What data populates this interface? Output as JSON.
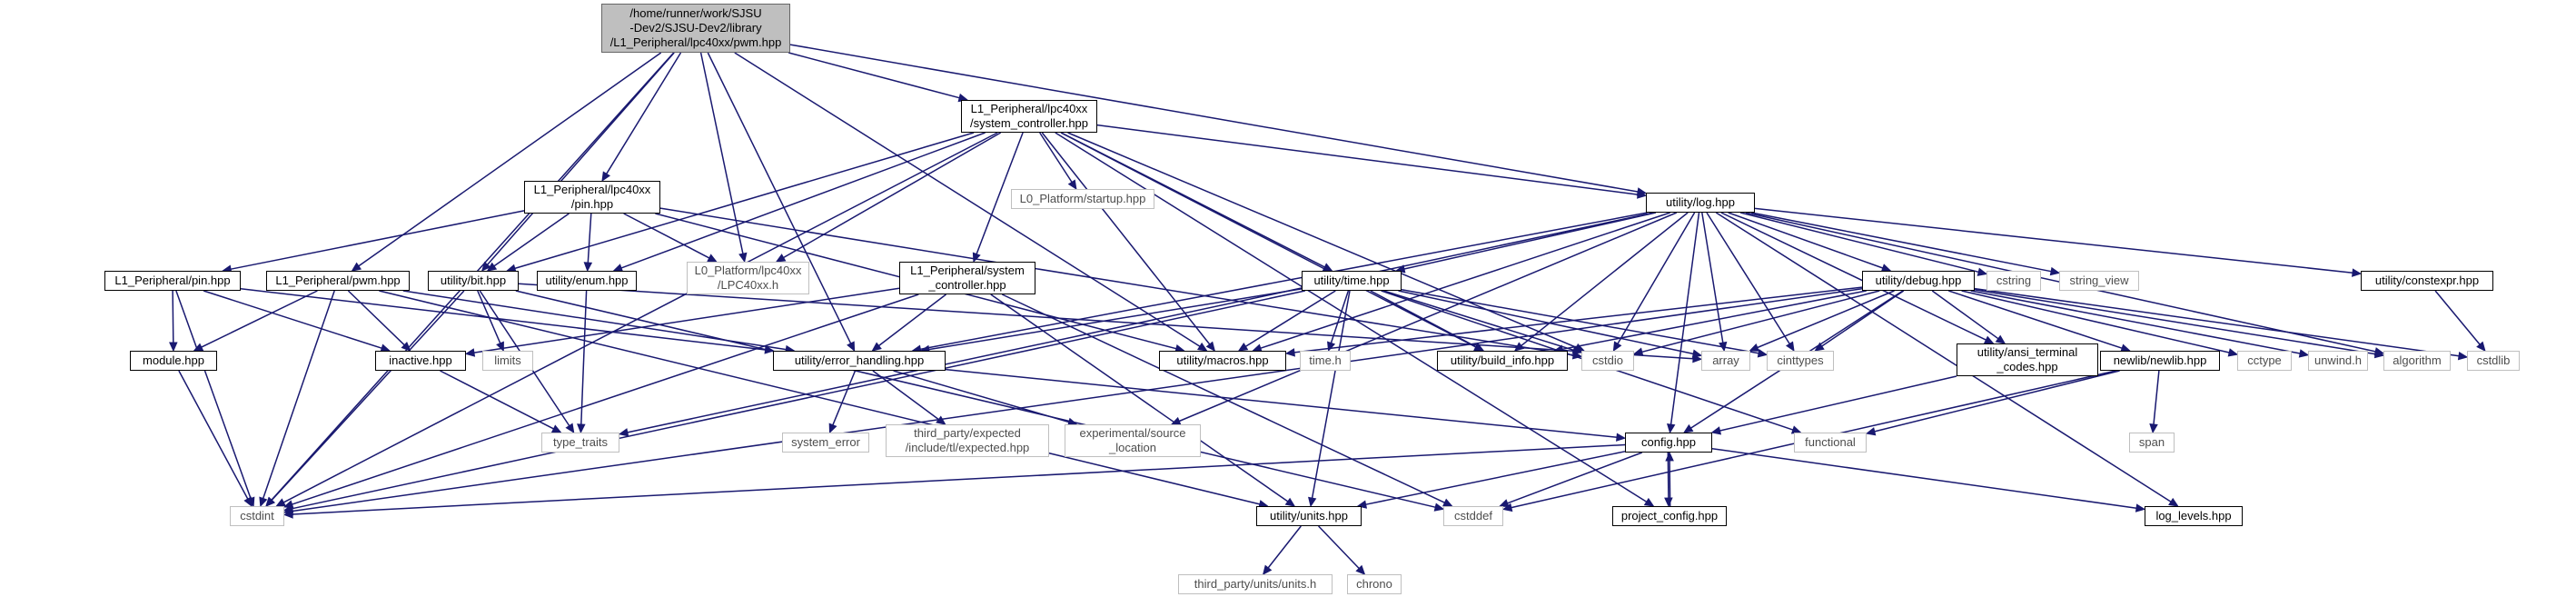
{
  "diagram": {
    "kind": "include dependency graph",
    "nodes": [
      {
        "id": "pwm_lpc",
        "label": "/home/runner/work/SJSU\n-Dev2/SJSU-Dev2/library\n/L1_Peripheral/lpc40xx/pwm.hpp",
        "style": "root"
      },
      {
        "id": "sysctl_lpc",
        "label": "L1_Peripheral/lpc40xx\n/system_controller.hpp",
        "style": "local"
      },
      {
        "id": "startup",
        "label": "L0_Platform/startup.hpp",
        "style": "external"
      },
      {
        "id": "pin_lpc",
        "label": "L1_Peripheral/lpc40xx\n/pin.hpp",
        "style": "local"
      },
      {
        "id": "lpc40xx_h",
        "label": "L0_Platform/lpc40xx\n/LPC40xx.h",
        "style": "external"
      },
      {
        "id": "log",
        "label": "utility/log.hpp",
        "style": "local"
      },
      {
        "id": "cstring",
        "label": "cstring",
        "style": "external"
      },
      {
        "id": "string_view",
        "label": "string_view",
        "style": "external"
      },
      {
        "id": "constexpr",
        "label": "utility/constexpr.hpp",
        "style": "local"
      },
      {
        "id": "pin_l1",
        "label": "L1_Peripheral/pin.hpp",
        "style": "local"
      },
      {
        "id": "pwm_l1",
        "label": "L1_Peripheral/pwm.hpp",
        "style": "local"
      },
      {
        "id": "bit",
        "label": "utility/bit.hpp",
        "style": "local"
      },
      {
        "id": "enum",
        "label": "utility/enum.hpp",
        "style": "local"
      },
      {
        "id": "sysctl_l1",
        "label": "L1_Peripheral/system\n_controller.hpp",
        "style": "local"
      },
      {
        "id": "time",
        "label": "utility/time.hpp",
        "style": "local"
      },
      {
        "id": "debug",
        "label": "utility/debug.hpp",
        "style": "local"
      },
      {
        "id": "module",
        "label": "module.hpp",
        "style": "local"
      },
      {
        "id": "inactive",
        "label": "inactive.hpp",
        "style": "local"
      },
      {
        "id": "limits",
        "label": "limits",
        "style": "external"
      },
      {
        "id": "error_handling",
        "label": "utility/error_handling.hpp",
        "style": "local"
      },
      {
        "id": "macros",
        "label": "utility/macros.hpp",
        "style": "local"
      },
      {
        "id": "time_h",
        "label": "time.h",
        "style": "external"
      },
      {
        "id": "build_info",
        "label": "utility/build_info.hpp",
        "style": "local"
      },
      {
        "id": "cstdio",
        "label": "cstdio",
        "style": "external"
      },
      {
        "id": "array",
        "label": "array",
        "style": "external"
      },
      {
        "id": "cinttypes",
        "label": "cinttypes",
        "style": "external"
      },
      {
        "id": "ansi",
        "label": "utility/ansi_terminal\n_codes.hpp",
        "style": "local"
      },
      {
        "id": "newlib",
        "label": "newlib/newlib.hpp",
        "style": "local"
      },
      {
        "id": "cctype",
        "label": "cctype",
        "style": "external"
      },
      {
        "id": "unwind",
        "label": "unwind.h",
        "style": "external"
      },
      {
        "id": "algorithm",
        "label": "algorithm",
        "style": "external"
      },
      {
        "id": "cstdlib",
        "label": "cstdlib",
        "style": "external"
      },
      {
        "id": "type_traits",
        "label": "type_traits",
        "style": "external"
      },
      {
        "id": "system_error",
        "label": "system_error",
        "style": "external"
      },
      {
        "id": "expected",
        "label": "third_party/expected\n/include/tl/expected.hpp",
        "style": "external"
      },
      {
        "id": "source_location",
        "label": "experimental/source\n_location",
        "style": "external"
      },
      {
        "id": "config",
        "label": "config.hpp",
        "style": "local"
      },
      {
        "id": "functional",
        "label": "functional",
        "style": "external"
      },
      {
        "id": "span",
        "label": "span",
        "style": "external"
      },
      {
        "id": "cstdint",
        "label": "cstdint",
        "style": "external"
      },
      {
        "id": "units",
        "label": "utility/units.hpp",
        "style": "local"
      },
      {
        "id": "cstddef",
        "label": "cstddef",
        "style": "external"
      },
      {
        "id": "project_config",
        "label": "project_config.hpp",
        "style": "local"
      },
      {
        "id": "log_levels",
        "label": "log_levels.hpp",
        "style": "local"
      },
      {
        "id": "units_h",
        "label": "third_party/units/units.h",
        "style": "external"
      },
      {
        "id": "chrono",
        "label": "chrono",
        "style": "external"
      }
    ],
    "edges": [
      [
        "pwm_lpc",
        "sysctl_lpc"
      ],
      [
        "pwm_lpc",
        "pin_lpc"
      ],
      [
        "pwm_lpc",
        "pwm_l1"
      ],
      [
        "pwm_lpc",
        "bit"
      ],
      [
        "pwm_lpc",
        "error_handling"
      ],
      [
        "pwm_lpc",
        "lpc40xx_h"
      ],
      [
        "pwm_lpc",
        "log"
      ],
      [
        "pwm_lpc",
        "cstdint"
      ],
      [
        "pwm_lpc",
        "macros"
      ],
      [
        "sysctl_lpc",
        "startup"
      ],
      [
        "sysctl_lpc",
        "lpc40xx_h"
      ],
      [
        "sysctl_lpc",
        "sysctl_l1"
      ],
      [
        "sysctl_lpc",
        "bit"
      ],
      [
        "sysctl_lpc",
        "enum"
      ],
      [
        "sysctl_lpc",
        "macros"
      ],
      [
        "sysctl_lpc",
        "time"
      ],
      [
        "sysctl_lpc",
        "log"
      ],
      [
        "sysctl_lpc",
        "cstdint"
      ],
      [
        "sysctl_lpc",
        "build_info"
      ],
      [
        "sysctl_lpc",
        "cstdio"
      ],
      [
        "sysctl_lpc",
        "project_config"
      ],
      [
        "pin_lpc",
        "pin_l1"
      ],
      [
        "pin_lpc",
        "bit"
      ],
      [
        "pin_lpc",
        "enum"
      ],
      [
        "pin_lpc",
        "lpc40xx_h"
      ],
      [
        "pin_lpc",
        "macros"
      ],
      [
        "pin_lpc",
        "cstdio"
      ],
      [
        "pin_l1",
        "module"
      ],
      [
        "pin_l1",
        "inactive"
      ],
      [
        "pin_l1",
        "error_handling"
      ],
      [
        "pin_l1",
        "cstdint"
      ],
      [
        "pwm_l1",
        "module"
      ],
      [
        "pwm_l1",
        "inactive"
      ],
      [
        "pwm_l1",
        "error_handling"
      ],
      [
        "pwm_l1",
        "cstdint"
      ],
      [
        "pwm_l1",
        "units"
      ],
      [
        "bit",
        "limits"
      ],
      [
        "bit",
        "type_traits"
      ],
      [
        "bit",
        "cstdint"
      ],
      [
        "bit",
        "cstddef"
      ],
      [
        "bit",
        "array"
      ],
      [
        "enum",
        "type_traits"
      ],
      [
        "sysctl_l1",
        "inactive"
      ],
      [
        "sysctl_l1",
        "error_handling"
      ],
      [
        "sysctl_l1",
        "units"
      ],
      [
        "sysctl_l1",
        "cstdint"
      ],
      [
        "sysctl_l1",
        "cstddef"
      ],
      [
        "log",
        "constexpr"
      ],
      [
        "log",
        "cstring"
      ],
      [
        "log",
        "string_view"
      ],
      [
        "log",
        "debug"
      ],
      [
        "log",
        "time"
      ],
      [
        "log",
        "macros"
      ],
      [
        "log",
        "config"
      ],
      [
        "log",
        "array"
      ],
      [
        "log",
        "cinttypes"
      ],
      [
        "log",
        "cstdio"
      ],
      [
        "log",
        "ansi"
      ],
      [
        "log",
        "error_handling"
      ],
      [
        "log",
        "type_traits"
      ],
      [
        "log",
        "source_location"
      ],
      [
        "log",
        "algorithm"
      ],
      [
        "log",
        "log_levels"
      ],
      [
        "log",
        "build_info"
      ],
      [
        "constexpr",
        "cstdlib"
      ],
      [
        "time",
        "error_handling"
      ],
      [
        "time",
        "macros"
      ],
      [
        "time",
        "time_h"
      ],
      [
        "time",
        "build_info"
      ],
      [
        "time",
        "cstdio"
      ],
      [
        "time",
        "array"
      ],
      [
        "time",
        "cinttypes"
      ],
      [
        "time",
        "units"
      ],
      [
        "time",
        "functional"
      ],
      [
        "time",
        "cstdint"
      ],
      [
        "debug",
        "build_info"
      ],
      [
        "debug",
        "macros"
      ],
      [
        "debug",
        "cstdio"
      ],
      [
        "debug",
        "array"
      ],
      [
        "debug",
        "cinttypes"
      ],
      [
        "debug",
        "ansi"
      ],
      [
        "debug",
        "newlib"
      ],
      [
        "debug",
        "cctype"
      ],
      [
        "debug",
        "unwind"
      ],
      [
        "debug",
        "algorithm"
      ],
      [
        "debug",
        "cstdlib"
      ],
      [
        "debug",
        "config"
      ],
      [
        "debug",
        "cstdint"
      ],
      [
        "module",
        "cstdint"
      ],
      [
        "inactive",
        "type_traits"
      ],
      [
        "error_handling",
        "system_error"
      ],
      [
        "error_handling",
        "expected"
      ],
      [
        "error_handling",
        "source_location"
      ],
      [
        "error_handling",
        "config"
      ],
      [
        "ansi",
        "config"
      ],
      [
        "newlib",
        "span"
      ],
      [
        "newlib",
        "functional"
      ],
      [
        "newlib",
        "cstddef"
      ],
      [
        "config",
        "project_config"
      ],
      [
        "config",
        "units"
      ],
      [
        "config",
        "cstdint"
      ],
      [
        "config",
        "cstddef"
      ],
      [
        "config",
        "log_levels"
      ],
      [
        "project_config",
        "config"
      ],
      [
        "units",
        "units_h"
      ],
      [
        "units",
        "chrono"
      ]
    ]
  }
}
